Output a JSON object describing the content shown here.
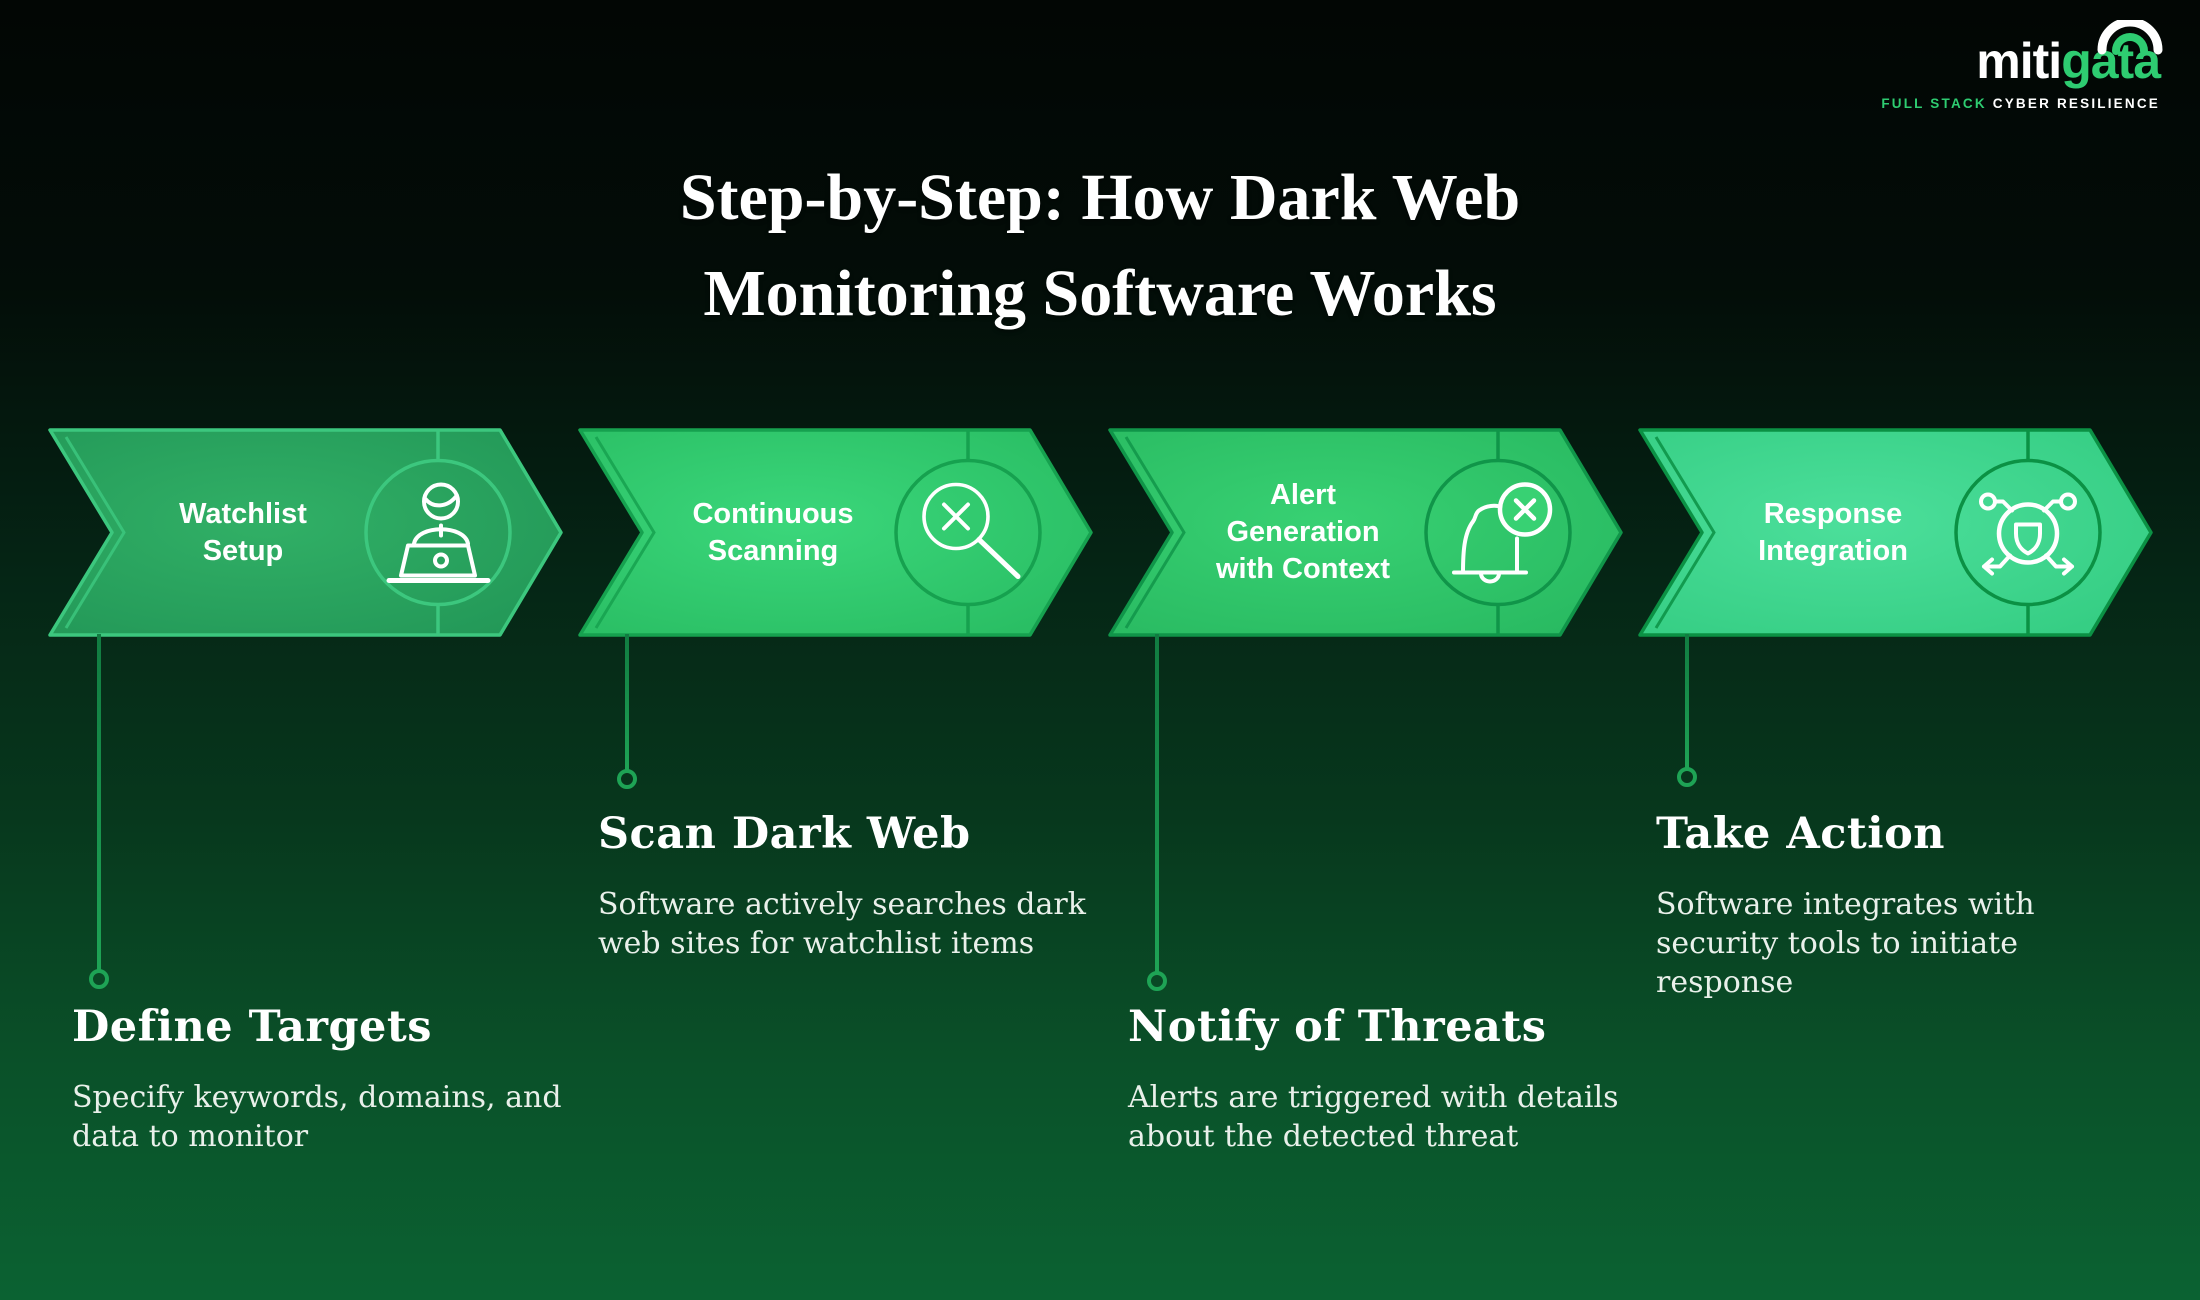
{
  "logo": {
    "word_white": "miti",
    "word_green": "gata",
    "tagline_green": "FULL STACK",
    "tagline_white": "CYBER RESILIENCE"
  },
  "title": "Step-by-Step: How Dark Web\nMonitoring Software Works",
  "steps": [
    {
      "label": "Watchlist\nSetup",
      "icon": "person-at-laptop",
      "fill_light": "#31b066",
      "fill": "#219556",
      "border": "#3cc77e"
    },
    {
      "label": "Continuous\nScanning",
      "icon": "magnifier-x",
      "fill_light": "#3bd77b",
      "fill": "#27ba60",
      "border": "#16a14f"
    },
    {
      "label": "Alert\nGeneration\nwith Context",
      "icon": "bell-x",
      "fill_light": "#38d173",
      "fill": "#27b75f",
      "border": "#109549"
    },
    {
      "label": "Response\nIntegration",
      "icon": "shield-network",
      "fill_light": "#4cdf9b",
      "fill": "#32cb80",
      "border": "#0b9144"
    }
  ],
  "callouts": [
    {
      "title": "Define Targets",
      "body": "Specify keywords, domains, and\ndata to monitor"
    },
    {
      "title": "Scan Dark Web",
      "body": "Software actively searches dark\nweb sites for watchlist items"
    },
    {
      "title": "Notify of Threats",
      "body": "Alerts are triggered with details\nabout the detected threat"
    },
    {
      "title": "Take Action",
      "body": "Software integrates with\nsecurity tools to initiate\nresponse"
    }
  ],
  "palette": {
    "brand_green": "#2ecc71",
    "background_top": "#020604",
    "background_bottom": "#0b6232",
    "connector_green": "#1ea355",
    "icon_stroke": "#ffffff"
  }
}
